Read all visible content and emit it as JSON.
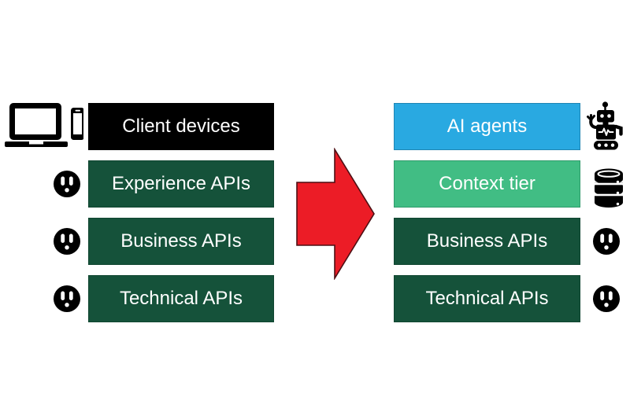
{
  "diagram": {
    "background": "#ffffff",
    "text_color": "#ffffff",
    "stacks": {
      "left": {
        "items": [
          {
            "label": "Client devices",
            "bg": "#000000",
            "border": "#000000",
            "icon": "laptop-and-phone-icon",
            "icon_side": "left"
          },
          {
            "label": "Experience APIs",
            "bg": "#15523a",
            "border": "#0f4530",
            "icon": "power-outlet-icon",
            "icon_side": "left"
          },
          {
            "label": "Business APIs",
            "bg": "#15523a",
            "border": "#0f4530",
            "icon": "power-outlet-icon",
            "icon_side": "left"
          },
          {
            "label": "Technical APIs",
            "bg": "#15523a",
            "border": "#0f4530",
            "icon": "power-outlet-icon",
            "icon_side": "left"
          }
        ]
      },
      "right": {
        "items": [
          {
            "label": "AI agents",
            "bg": "#29a9e1",
            "border": "#1f85b3",
            "icon": "robot-icon",
            "icon_side": "right"
          },
          {
            "label": "Context tier",
            "bg": "#41bd84",
            "border": "#2f9b6b",
            "icon": "database-icon",
            "icon_side": "right"
          },
          {
            "label": "Business APIs",
            "bg": "#15523a",
            "border": "#0f4530",
            "icon": "power-outlet-icon",
            "icon_side": "right"
          },
          {
            "label": "Technical APIs",
            "bg": "#15523a",
            "border": "#0f4530",
            "icon": "power-outlet-icon",
            "icon_side": "right"
          }
        ]
      }
    },
    "arrow": {
      "direction": "right",
      "fill": "#ec1c26",
      "outline": "#4d0f14"
    }
  }
}
